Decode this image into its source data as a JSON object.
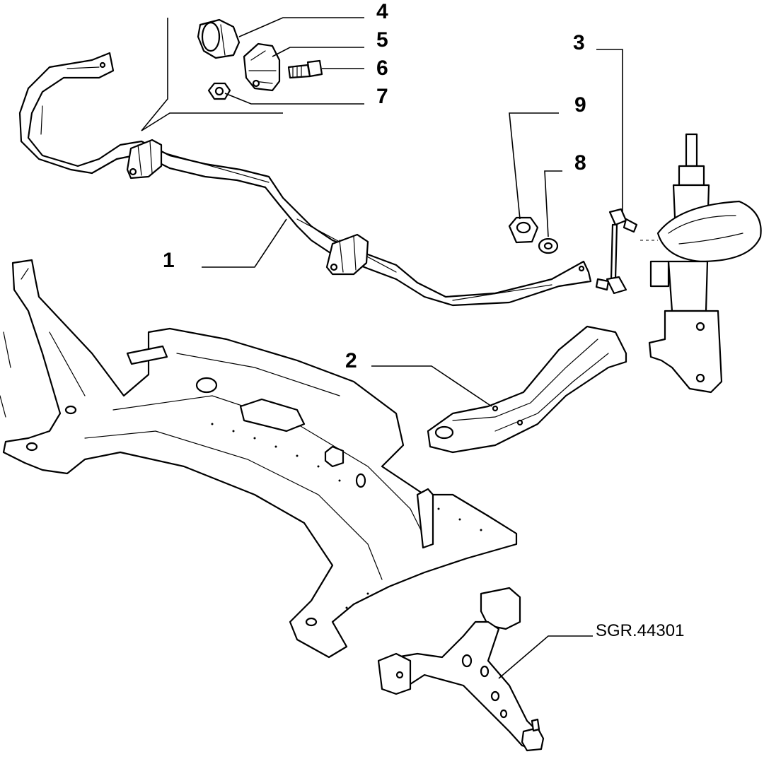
{
  "callouts": {
    "c1": "1",
    "c2": "2",
    "c3": "3",
    "c4": "4",
    "c5": "5",
    "c6": "6",
    "c7": "7",
    "c8": "8",
    "c9": "9"
  },
  "reference_code": "SGR.44301"
}
